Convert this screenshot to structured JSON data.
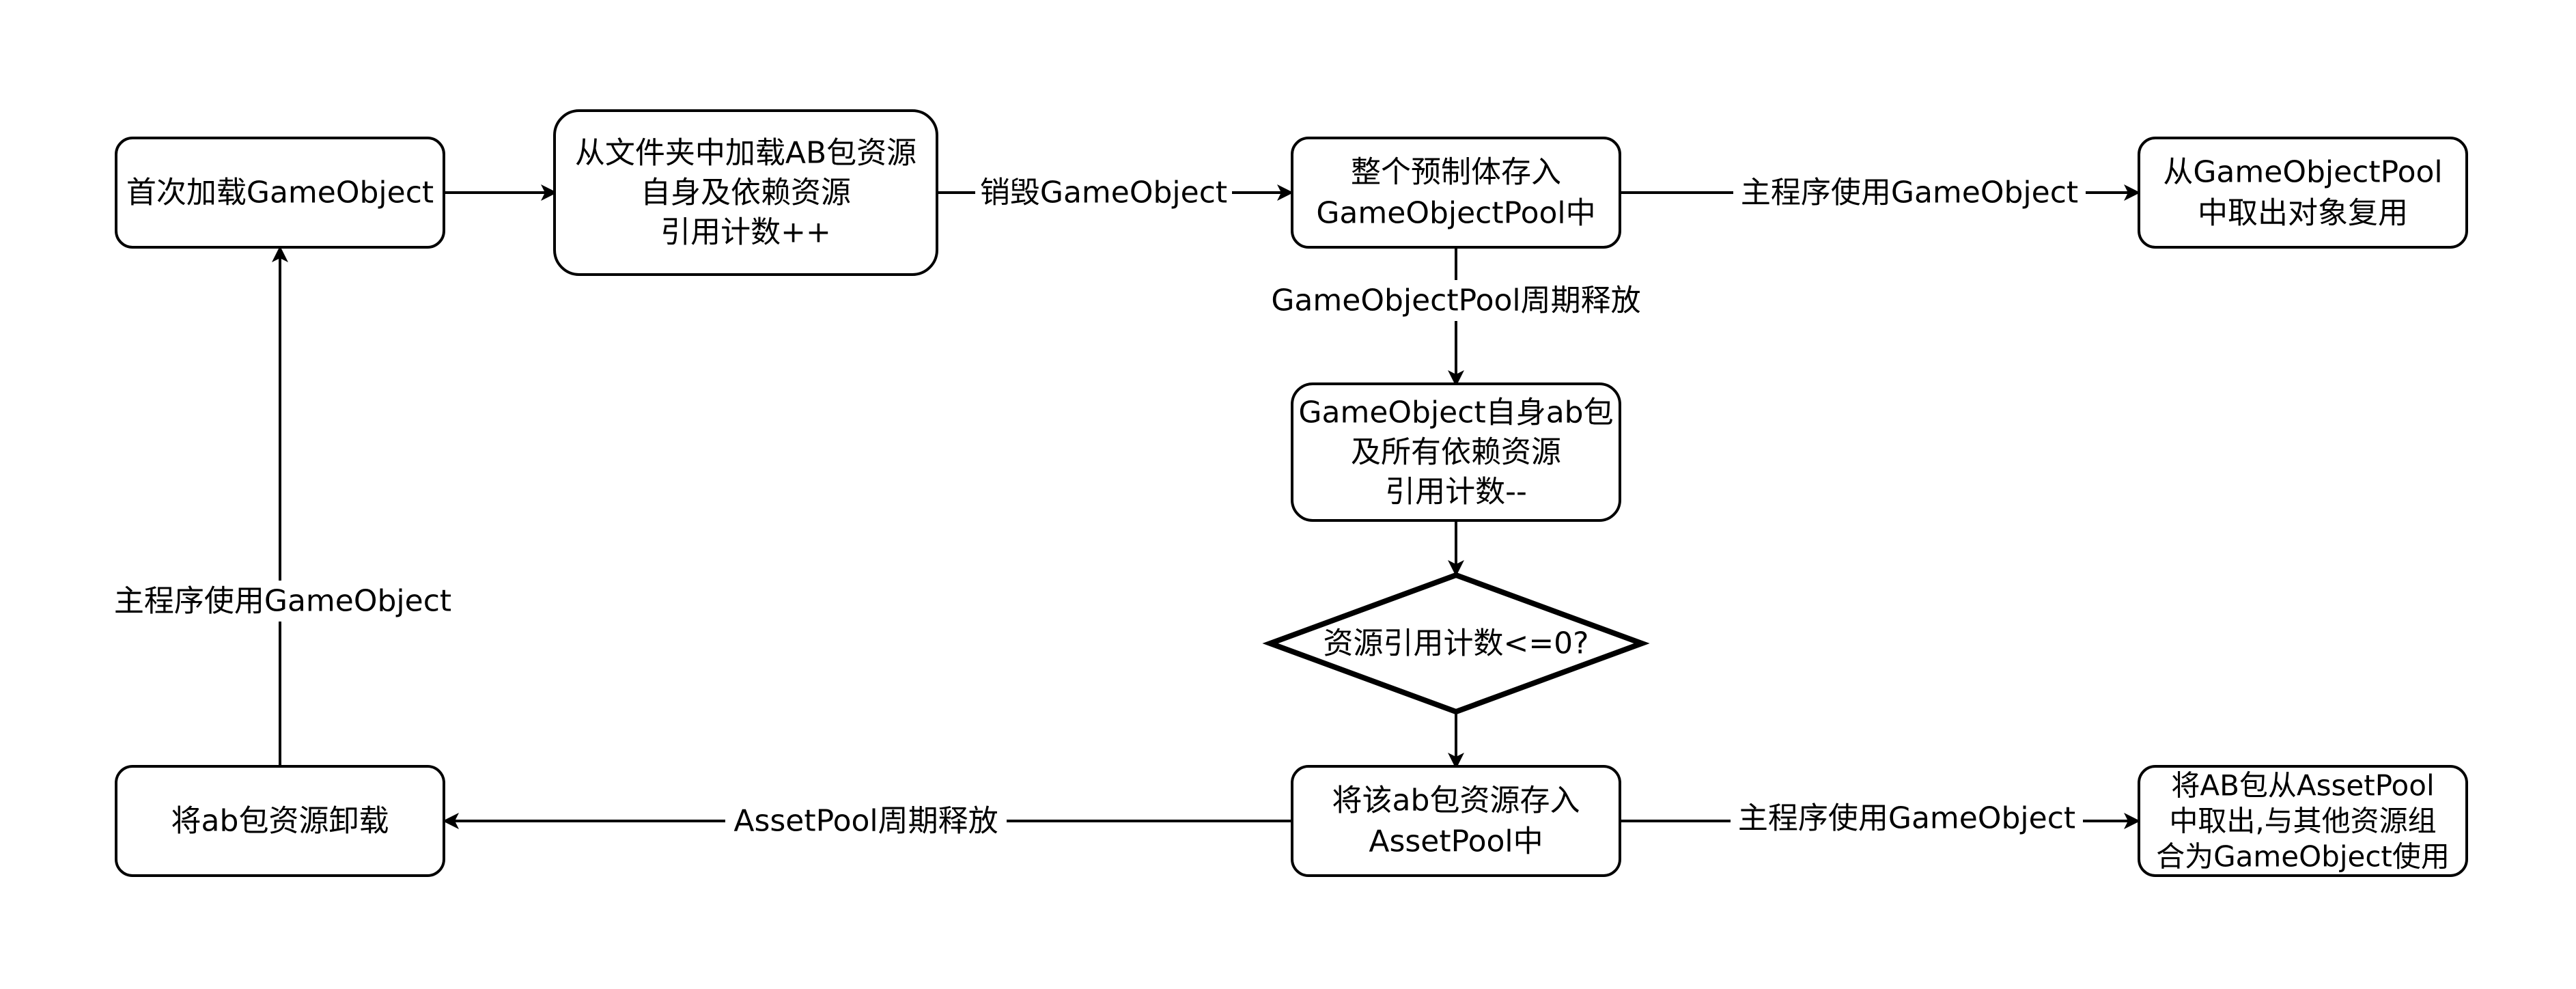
{
  "nodes": {
    "first_load": {
      "lines": [
        "首次加载GameObject"
      ]
    },
    "load_ab": {
      "lines": [
        "从文件夹中加载AB包资源",
        "自身及依赖资源",
        "引用计数++"
      ]
    },
    "store_go_pool": {
      "lines": [
        "整个预制体存入",
        "GameObjectPool中"
      ]
    },
    "reuse_from_pool": {
      "lines": [
        "从GameObjectPool",
        "中取出对象复用"
      ]
    },
    "decrement_refs": {
      "lines": [
        "GameObject自身ab包",
        "及所有依赖资源",
        "引用计数--"
      ]
    },
    "ref_check": {
      "lines": [
        "资源引用计数<=0?"
      ]
    },
    "store_asset_pool": {
      "lines": [
        "将该ab包资源存入",
        "AssetPool中"
      ]
    },
    "unload_ab": {
      "lines": [
        "将ab包资源卸载"
      ]
    },
    "combine_assets": {
      "lines": [
        "将AB包从AssetPool",
        "中取出,与其他资源组",
        "合为GameObject使用"
      ]
    }
  },
  "edges": {
    "destroy": "销毁GameObject",
    "use_top": "主程序使用GameObject",
    "go_pool_release": "GameObjectPool周期释放",
    "asset_pool_release": "AssetPool周期释放",
    "use_bottom": "主程序使用GameObject",
    "use_left": "主程序使用GameObject"
  }
}
